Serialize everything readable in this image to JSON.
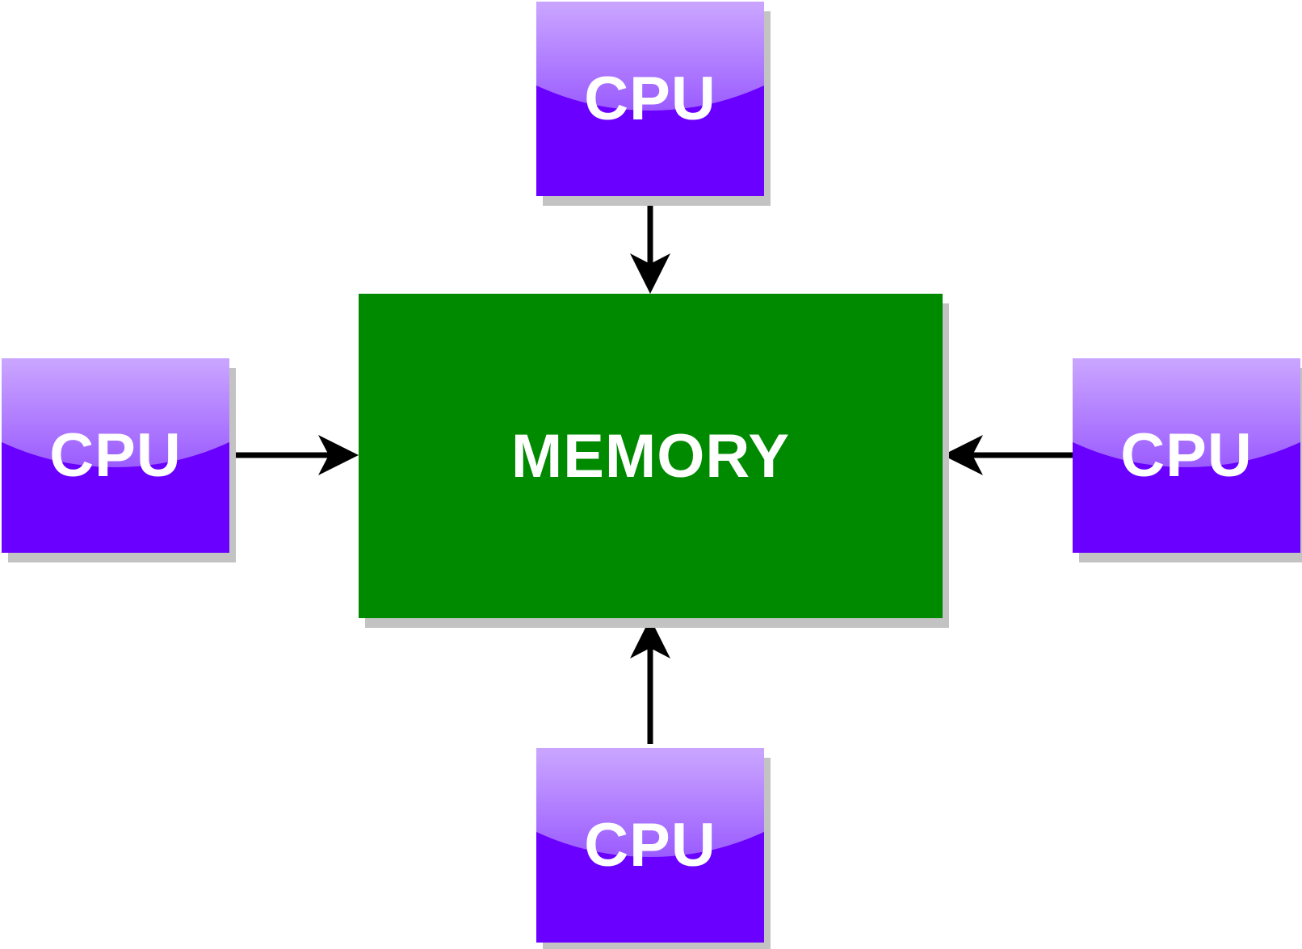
{
  "memory": {
    "label": "MEMORY"
  },
  "cpus": {
    "top": {
      "label": "CPU"
    },
    "left": {
      "label": "CPU"
    },
    "right": {
      "label": "CPU"
    },
    "bottom": {
      "label": "CPU"
    }
  },
  "connections": [
    {
      "from": "cpu-top",
      "to": "memory"
    },
    {
      "from": "cpu-left",
      "to": "memory"
    },
    {
      "from": "cpu-right",
      "to": "memory"
    },
    {
      "from": "cpu-bottom",
      "to": "memory"
    }
  ],
  "colors": {
    "cpu_fill": "#6a00ff",
    "memory_fill": "#008a00",
    "shadow": "#c3c3c3",
    "arrow": "#000000",
    "label": "#ffffff"
  }
}
